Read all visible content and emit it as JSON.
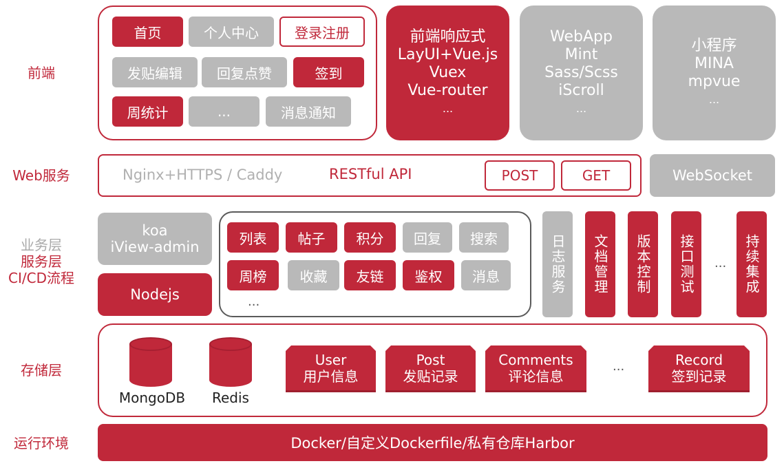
{
  "rows": {
    "frontend": "前端",
    "web": "Web服务",
    "business_1": "业务层",
    "business_2": "服务层",
    "business_3": "CI/CD流程",
    "storage": "存储层",
    "runtime": "运行环境"
  },
  "frontend": {
    "pages": [
      "首页",
      "个人中心",
      "登录注册",
      "发贴编辑",
      "回复点赞",
      "签到",
      "周统计",
      "...",
      "消息通知"
    ],
    "responsive": [
      "前端响应式",
      "LayUI+Vue.js",
      "Vuex",
      "Vue-router",
      "..."
    ],
    "webapp": [
      "WebApp",
      "Mint",
      "Sass/Scss",
      "iScroll",
      "..."
    ],
    "miniprogram": [
      "小程序",
      "MINA",
      "mpvue",
      "..."
    ]
  },
  "web": {
    "server": "Nginx+HTTPS / Caddy",
    "api": "RESTful API",
    "post": "POST",
    "get": "GET",
    "websocket": "WebSocket"
  },
  "business": {
    "koa": [
      "koa",
      "iView-admin"
    ],
    "nodejs": "Nodejs",
    "modules": [
      "列表",
      "帖子",
      "积分",
      "回复",
      "搜索",
      "周榜",
      "收藏",
      "友链",
      "鉴权",
      "消息"
    ],
    "modules_more": "...",
    "cicd": [
      "日志服务",
      "文档管理",
      "版本控制",
      "接口测试",
      "持续集成"
    ],
    "cicd_more": "..."
  },
  "storage": {
    "mongodb": "MongoDB",
    "redis": "Redis",
    "collections": [
      {
        "name": "User",
        "desc": "用户信息"
      },
      {
        "name": "Post",
        "desc": "发贴记录"
      },
      {
        "name": "Comments",
        "desc": "评论信息"
      },
      {
        "name": "Record",
        "desc": "签到记录"
      }
    ],
    "more": "..."
  },
  "runtime": {
    "text": "Docker/自定义Dockerfile/私有仓库Harbor"
  },
  "colors": {
    "accent": "#c0283a",
    "gray": "#b9b9b9",
    "outline_dark": "#5a5a5a"
  }
}
